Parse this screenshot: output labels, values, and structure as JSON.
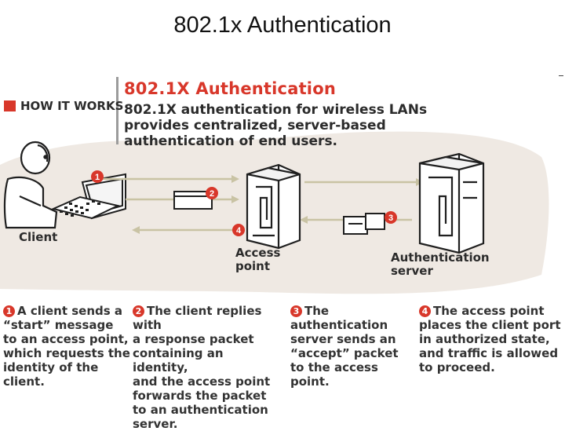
{
  "slide": {
    "title": "802.1x Authentication"
  },
  "figure": {
    "title": "802.1X Authentication",
    "how_it_works": "HOW IT WORKS",
    "subtitle": "802.1X authentication for wireless LANs provides centralized, server-based authentication of end users.",
    "labels": {
      "client": "Client",
      "access_point": "Access\npoint",
      "auth_server": "Authentication\nserver"
    },
    "callouts": [
      "1",
      "2",
      "3",
      "4"
    ],
    "steps": [
      {
        "num": "1",
        "text": "A client sends a\n“start” message\nto an access point,\nwhich requests the\nidentity of the\nclient."
      },
      {
        "num": "2",
        "text": "The client replies with\na response packet\ncontaining an identity,\nand the access point\nforwards the packet\nto an authentication\nserver."
      },
      {
        "num": "3",
        "text": "The authentication\nserver sends an\n“accept” packet\nto the access\npoint."
      },
      {
        "num": "4",
        "text": "The access point\nplaces the client port\nin authorized state,\nand traffic is allowed\nto proceed."
      }
    ],
    "colors": {
      "accent": "#d8372a",
      "backdrop": "#efe9e3",
      "arrow": "#c9c3a4",
      "ink": "#2b2b2b"
    }
  }
}
